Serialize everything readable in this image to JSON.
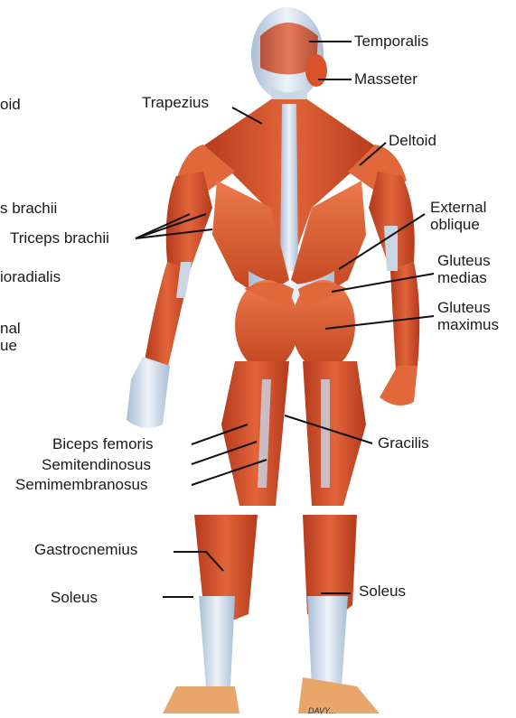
{
  "labels": {
    "temporalis": "Temporalis",
    "masseter": "Masseter",
    "trapezius": "Trapezius",
    "deltoid": "Deltoid",
    "external_oblique_1": "External",
    "external_oblique_2": "oblique",
    "gluteus_medias_1": "Gluteus",
    "gluteus_medias_2": "medias",
    "gluteus_maximus_1": "Gluteus",
    "gluteus_maximus_2": "maximus",
    "triceps_brachii": "Triceps brachii",
    "biceps_femoris": "Biceps femoris",
    "semitendinosus": "Semitendinosus",
    "semimembranosus": "Semimembranosus",
    "gracilis": "Gracilis",
    "gastrocnemius": "Gastrocnemius",
    "soleus_left": "Soleus",
    "soleus_right": "Soleus"
  },
  "cut_labels": {
    "deltoid_cut": "oid",
    "biceps_brachii_cut": "s brachii",
    "brachioradialis_cut": "ioradialis",
    "external_oblique_cut_1": "nal",
    "external_oblique_cut_2": "ue"
  },
  "signature": "DAVY...",
  "colors": {
    "muscle": "#d9522a",
    "muscle_dark": "#b43a1c",
    "muscle_light": "#ec7a4b",
    "tendon": "#c9d6e6",
    "line": "#111111"
  }
}
